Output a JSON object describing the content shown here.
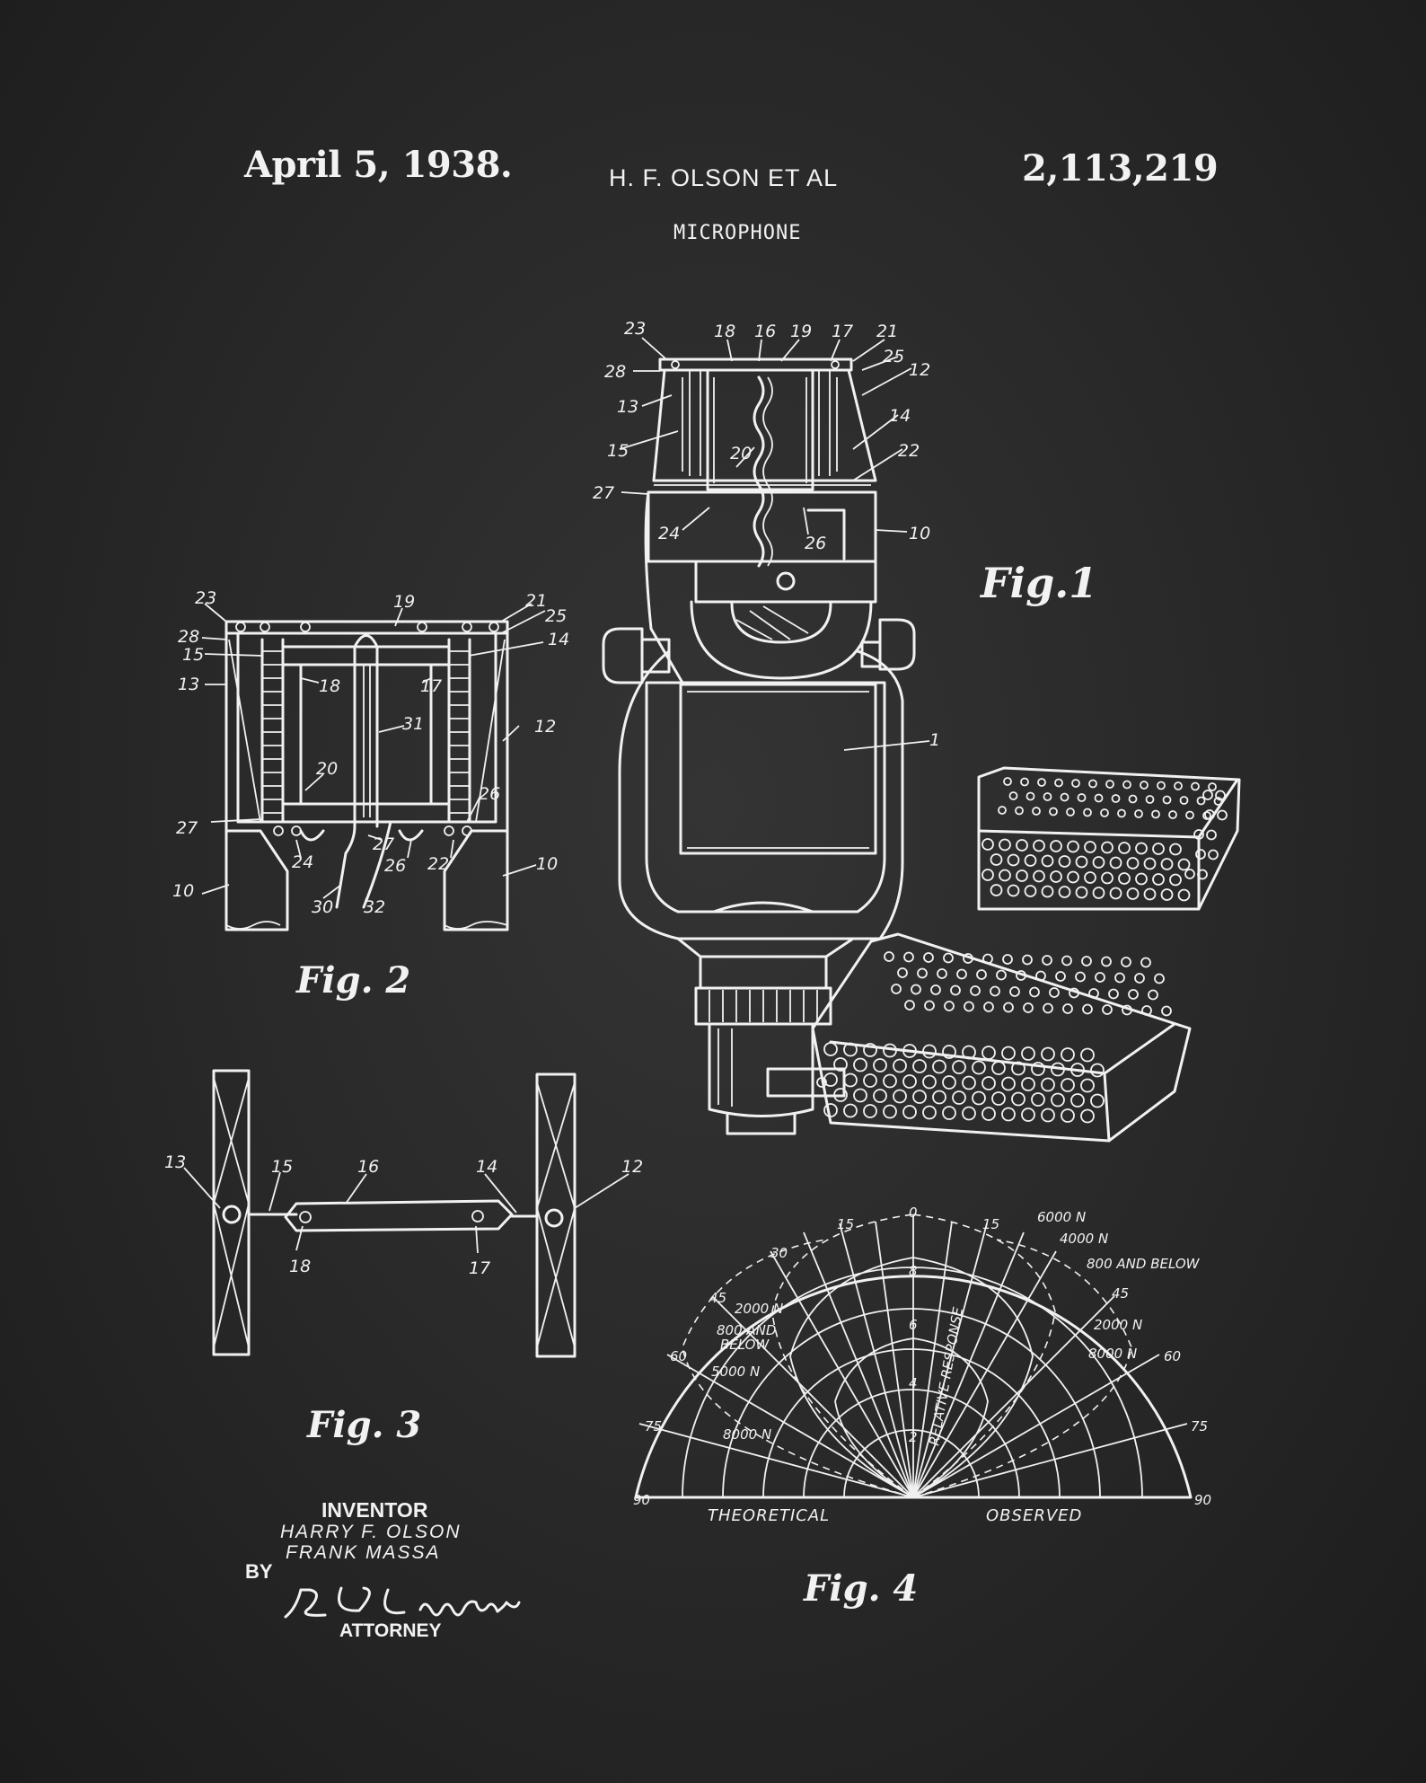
{
  "header": {
    "date": "April 5, 1938.",
    "inventor_short": "H. F. OLSON ET AL",
    "patent_number": "2,113,219",
    "title": "MICROPHONE"
  },
  "figures": {
    "fig1": "Fig.1",
    "fig2": "Fig. 2",
    "fig3": "Fig. 3",
    "fig4": "Fig. 4"
  },
  "fig1_refs": [
    "23",
    "18",
    "16",
    "19",
    "17",
    "21",
    "25",
    "12",
    "28",
    "13",
    "14",
    "15",
    "20",
    "22",
    "27",
    "24",
    "26",
    "10",
    "1"
  ],
  "fig2_refs": [
    "23",
    "19",
    "21",
    "28",
    "25",
    "15",
    "14",
    "13",
    "18",
    "17",
    "12",
    "31",
    "20",
    "27",
    "26",
    "27",
    "24",
    "26",
    "22",
    "10",
    "10",
    "30",
    "32"
  ],
  "fig3_refs": [
    "13",
    "15",
    "16",
    "14",
    "12",
    "18",
    "17"
  ],
  "fig4": {
    "angle_labels_left": [
      "90",
      "75",
      "60",
      "45",
      "30",
      "15"
    ],
    "angle_labels_top": "0",
    "angle_labels_right": [
      "15",
      "45",
      "60",
      "75",
      "90"
    ],
    "response_ticks": [
      "8",
      "6",
      "4",
      "2"
    ],
    "axis_title": "RELATIVE RESPONSE",
    "left_curves": [
      "2000 N",
      "800 AND BELOW",
      "5000 N",
      "8000 N"
    ],
    "right_curves": [
      "6000 N",
      "4000 N",
      "800 AND BELOW",
      "2000 N",
      "8000 N"
    ],
    "bottom_left": "THEORETICAL",
    "bottom_right": "OBSERVED"
  },
  "signature": {
    "inventor_heading": "INVENTOR",
    "inventors": [
      "HARRY F. OLSON",
      "FRANK MASSA"
    ],
    "by_label": "BY",
    "attorney_label": "ATTORNEY"
  },
  "colors": {
    "background": "#2a2a2a",
    "ink": "#f1f1f1"
  }
}
